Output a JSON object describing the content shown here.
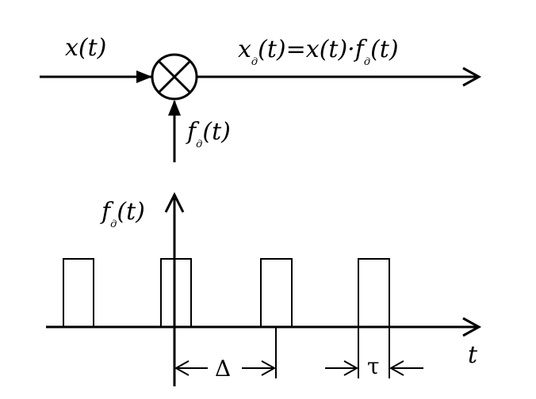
{
  "top": {
    "input": {
      "sym": "x",
      "arg": "(t)"
    },
    "output": {
      "x_sym": "x",
      "x_sub": "д",
      "arg": "(t)",
      "eq": "=",
      "x_full": "x(t)",
      "dot": "·",
      "f_sym": "f",
      "f_sub": "д"
    },
    "carrier": {
      "sym": "f",
      "sub": "д",
      "arg": "(t)"
    }
  },
  "bottom": {
    "axis_label": {
      "sym": "f",
      "sub": "д",
      "arg": "(t)"
    },
    "t_label": "t",
    "period_label": "Δ",
    "width_label": "τ"
  }
}
